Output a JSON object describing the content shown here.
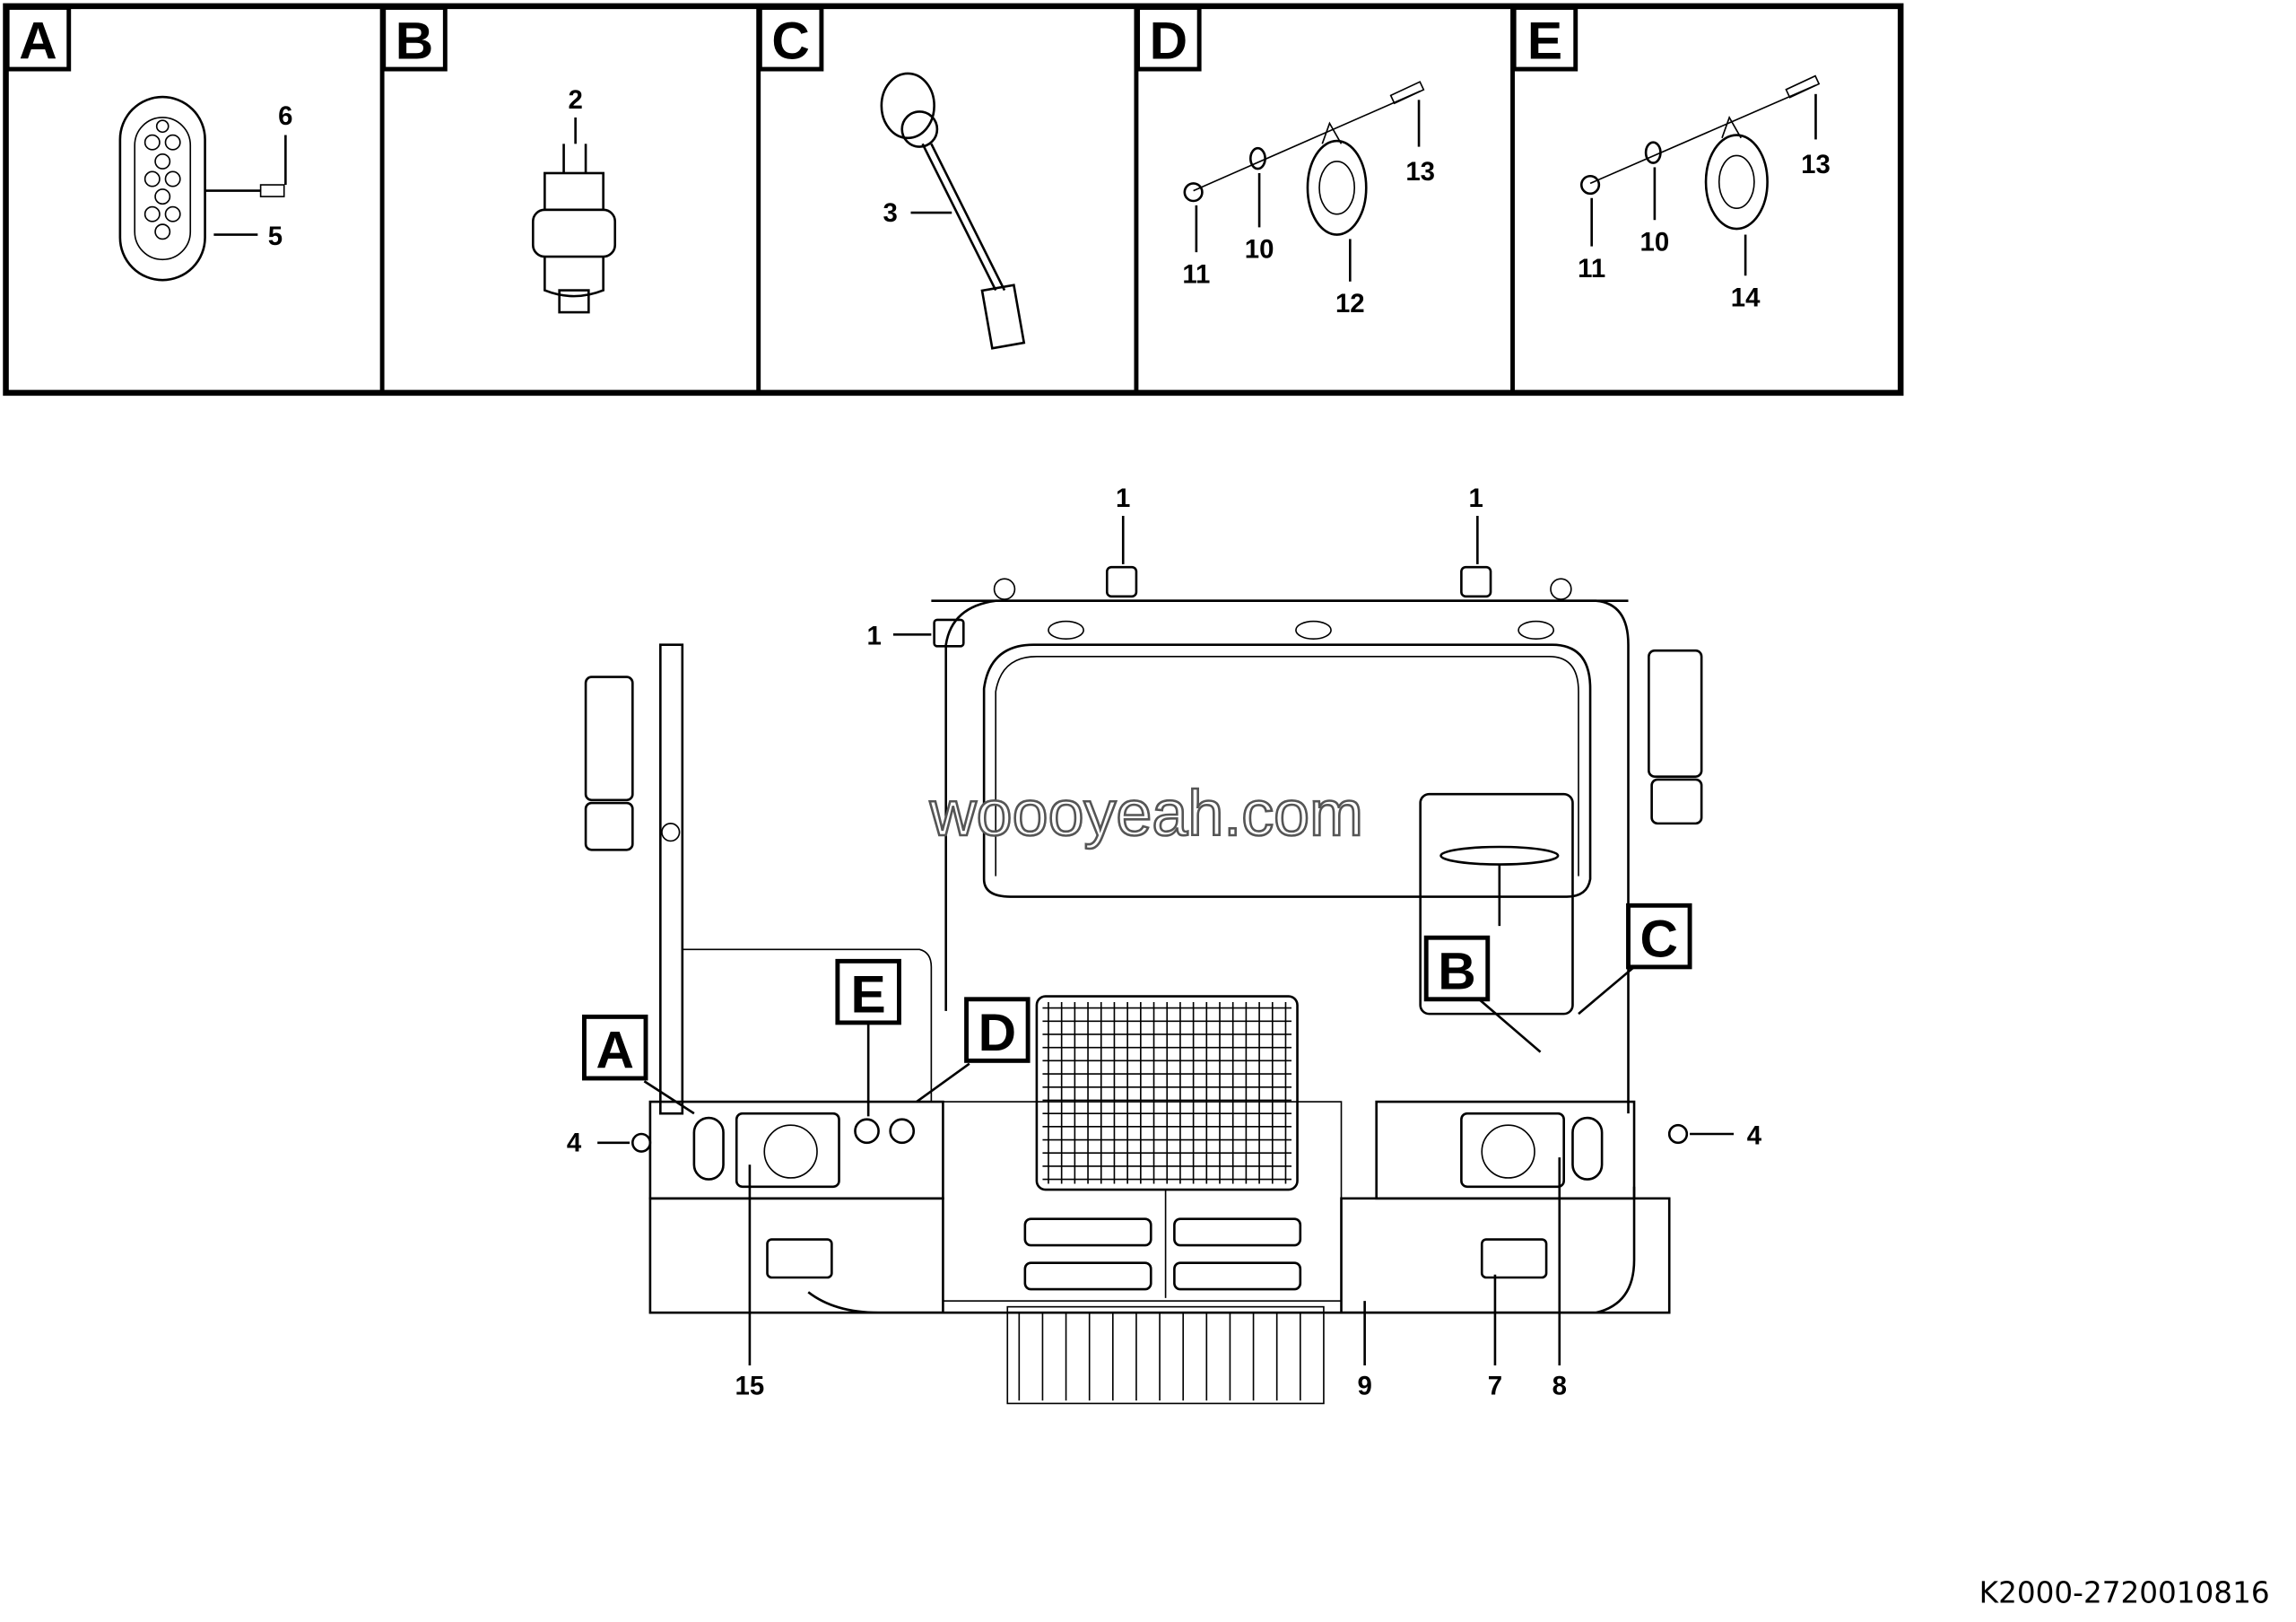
{
  "detail_panels": [
    {
      "letter": "A",
      "callouts": [
        "6",
        "5"
      ]
    },
    {
      "letter": "B",
      "callouts": [
        "2"
      ]
    },
    {
      "letter": "C",
      "callouts": [
        "3"
      ]
    },
    {
      "letter": "D",
      "callouts": [
        "11",
        "10",
        "12",
        "13"
      ]
    },
    {
      "letter": "E",
      "callouts": [
        "11",
        "10",
        "14",
        "13"
      ]
    }
  ],
  "main_view": {
    "location_markers": [
      "A",
      "E",
      "D",
      "B",
      "C"
    ],
    "callouts": {
      "work_light_roof_left": "1",
      "work_light_roof_right": "1",
      "work_light_side": "1",
      "marker_left": "4",
      "marker_right": "4",
      "headlight_left": "15",
      "harness": "9",
      "fog_light": "7",
      "headlight_right": "8"
    }
  },
  "watermark": "woooyeah.com",
  "drawing_code": "K2000-2720010816"
}
